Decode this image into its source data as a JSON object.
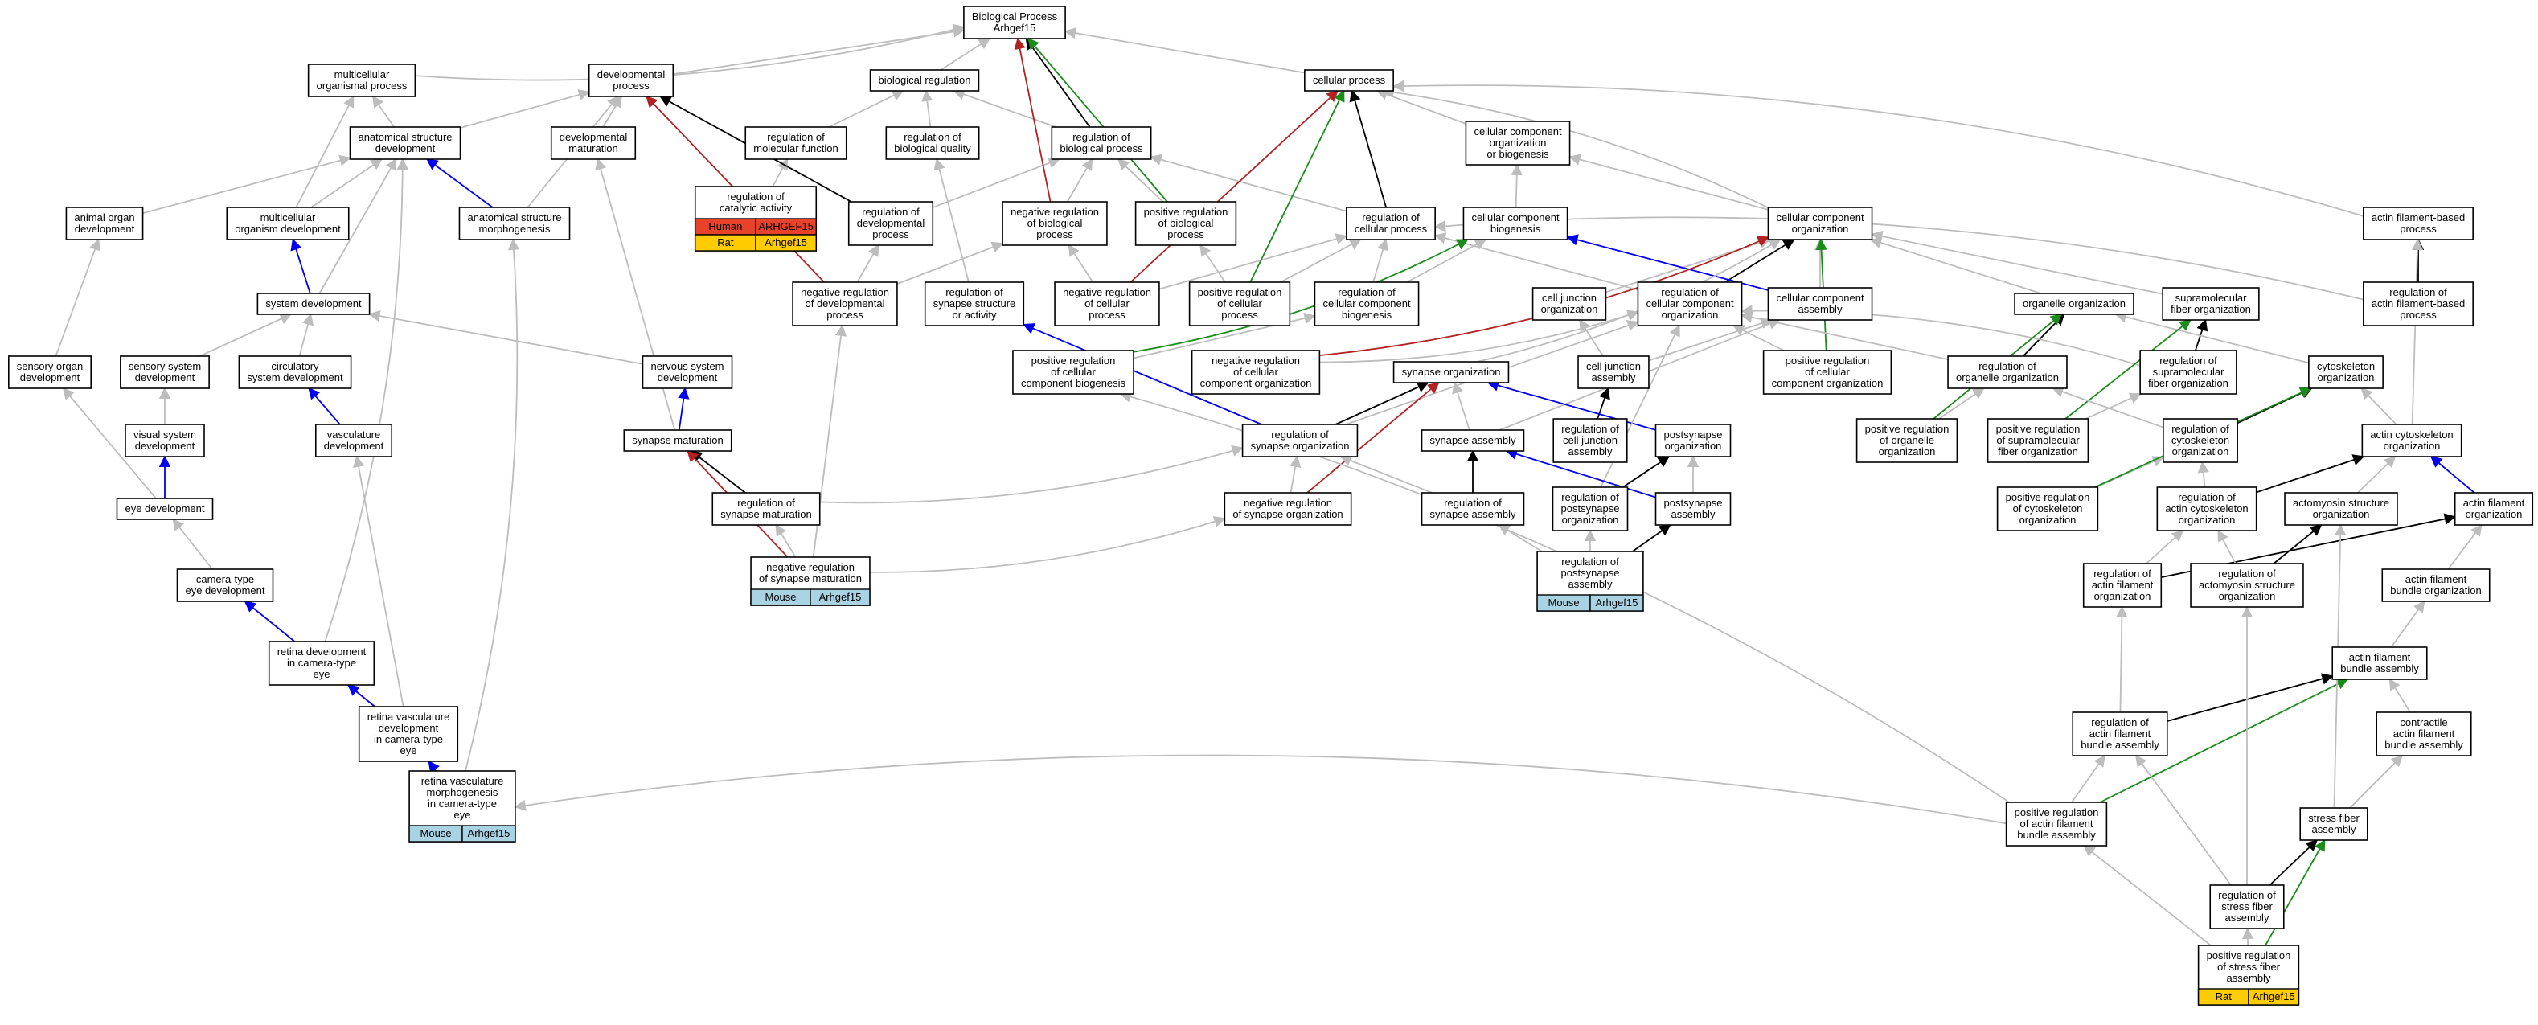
{
  "title": "Biological Process Arhgef15",
  "colors": {
    "grey": "#bdbdbd",
    "black": "#000000",
    "blue": "#0000ee",
    "red": "#b22222",
    "green": "#1a8c1a",
    "human_bg": "#e8432a",
    "rat_bg": "#ffcc00",
    "mouse_bg": "#a9d3e3"
  },
  "nodes": [
    {
      "id": "bp",
      "lines": [
        "Biological Process",
        "Arhgef15"
      ]
    },
    {
      "id": "mop",
      "lines": [
        "multicellular",
        "organismal process"
      ]
    },
    {
      "id": "dp",
      "lines": [
        "developmental",
        "process"
      ]
    },
    {
      "id": "breg",
      "lines": [
        "biological regulation"
      ]
    },
    {
      "id": "cp",
      "lines": [
        "cellular process"
      ]
    },
    {
      "id": "asd",
      "lines": [
        "anatomical structure",
        "development"
      ]
    },
    {
      "id": "dm",
      "lines": [
        "developmental",
        "maturation"
      ]
    },
    {
      "id": "rmf",
      "lines": [
        "regulation of",
        "molecular function"
      ]
    },
    {
      "id": "rbq",
      "lines": [
        "regulation of",
        "biological quality"
      ]
    },
    {
      "id": "rbp",
      "lines": [
        "regulation of",
        "biological process"
      ]
    },
    {
      "id": "ccob",
      "lines": [
        "cellular component",
        "organization",
        "or biogenesis"
      ]
    },
    {
      "id": "aod",
      "lines": [
        "animal organ",
        "development"
      ]
    },
    {
      "id": "mod",
      "lines": [
        "multicellular",
        "organism development"
      ]
    },
    {
      "id": "asm",
      "lines": [
        "anatomical structure",
        "morphogenesis"
      ]
    },
    {
      "id": "rca",
      "lines": [
        "regulation of",
        "catalytic activity"
      ],
      "badges": [
        {
          "species": "Human",
          "gene": "ARHGEF15",
          "color": "human"
        },
        {
          "species": "Rat",
          "gene": "Arhgef15",
          "color": "rat"
        }
      ]
    },
    {
      "id": "rdp",
      "lines": [
        "regulation of",
        "developmental",
        "process"
      ]
    },
    {
      "id": "nrbp",
      "lines": [
        "negative regulation",
        "of biological",
        "process"
      ]
    },
    {
      "id": "prbp",
      "lines": [
        "positive regulation",
        "of biological",
        "process"
      ]
    },
    {
      "id": "rcp",
      "lines": [
        "regulation of",
        "cellular process"
      ]
    },
    {
      "id": "ccb",
      "lines": [
        "cellular component",
        "biogenesis"
      ]
    },
    {
      "id": "cco",
      "lines": [
        "cellular component",
        "organization"
      ]
    },
    {
      "id": "afbp",
      "lines": [
        "actin filament-based",
        "process"
      ]
    },
    {
      "id": "sd",
      "lines": [
        "system development"
      ]
    },
    {
      "id": "nrdp",
      "lines": [
        "negative regulation",
        "of developmental",
        "process"
      ]
    },
    {
      "id": "rssa",
      "lines": [
        "regulation of",
        "synapse structure",
        "or activity"
      ]
    },
    {
      "id": "nrcp",
      "lines": [
        "negative regulation",
        "of cellular",
        "process"
      ]
    },
    {
      "id": "prcp",
      "lines": [
        "positive regulation",
        "of cellular",
        "process"
      ]
    },
    {
      "id": "rccb",
      "lines": [
        "regulation of",
        "cellular component",
        "biogenesis"
      ]
    },
    {
      "id": "cjo",
      "lines": [
        "cell junction",
        "organization"
      ]
    },
    {
      "id": "rcco",
      "lines": [
        "regulation of",
        "cellular component",
        "organization"
      ]
    },
    {
      "id": "cca",
      "lines": [
        "cellular component",
        "assembly"
      ]
    },
    {
      "id": "oo",
      "lines": [
        "organelle organization"
      ]
    },
    {
      "id": "sfo",
      "lines": [
        "supramolecular",
        "fiber organization"
      ]
    },
    {
      "id": "rafbp",
      "lines": [
        "regulation of",
        "actin filament-based",
        "process"
      ]
    },
    {
      "id": "sod",
      "lines": [
        "sensory organ",
        "development"
      ]
    },
    {
      "id": "ssd",
      "lines": [
        "sensory system",
        "development"
      ]
    },
    {
      "id": "csd",
      "lines": [
        "circulatory",
        "system development"
      ]
    },
    {
      "id": "nsd",
      "lines": [
        "nervous system",
        "development"
      ]
    },
    {
      "id": "prccb",
      "lines": [
        "positive regulation",
        "of cellular",
        "component biogenesis"
      ]
    },
    {
      "id": "nrcco",
      "lines": [
        "negative regulation",
        "of cellular",
        "component organization"
      ]
    },
    {
      "id": "so",
      "lines": [
        "synapse organization"
      ]
    },
    {
      "id": "cja",
      "lines": [
        "cell junction",
        "assembly"
      ]
    },
    {
      "id": "prcco",
      "lines": [
        "positive regulation",
        "of cellular",
        "component organization"
      ]
    },
    {
      "id": "roo",
      "lines": [
        "regulation of",
        "organelle organization"
      ]
    },
    {
      "id": "rsfo",
      "lines": [
        "regulation of",
        "supramolecular",
        "fiber organization"
      ]
    },
    {
      "id": "co",
      "lines": [
        "cytoskeleton",
        "organization"
      ]
    },
    {
      "id": "vsd",
      "lines": [
        "visual system",
        "development"
      ]
    },
    {
      "id": "vd",
      "lines": [
        "vasculature",
        "development"
      ]
    },
    {
      "id": "sm",
      "lines": [
        "synapse maturation"
      ]
    },
    {
      "id": "rso",
      "lines": [
        "regulation of",
        "synapse organization"
      ]
    },
    {
      "id": "sa",
      "lines": [
        "synapse assembly"
      ]
    },
    {
      "id": "rcja",
      "lines": [
        "regulation of",
        "cell junction",
        "assembly"
      ]
    },
    {
      "id": "po",
      "lines": [
        "postsynapse",
        "organization"
      ]
    },
    {
      "id": "proo",
      "lines": [
        "positive regulation",
        "of organelle",
        "organization"
      ]
    },
    {
      "id": "prsfo",
      "lines": [
        "positive regulation",
        "of supramolecular",
        "fiber organization"
      ]
    },
    {
      "id": "rco",
      "lines": [
        "regulation of",
        "cytoskeleton",
        "organization"
      ]
    },
    {
      "id": "aco",
      "lines": [
        "actin cytoskeleton",
        "organization"
      ]
    },
    {
      "id": "ed",
      "lines": [
        "eye development"
      ]
    },
    {
      "id": "rsm",
      "lines": [
        "regulation of",
        "synapse maturation"
      ]
    },
    {
      "id": "nrso",
      "lines": [
        "negative regulation",
        "of synapse organization"
      ]
    },
    {
      "id": "rsa",
      "lines": [
        "regulation of",
        "synapse assembly"
      ]
    },
    {
      "id": "rpo",
      "lines": [
        "regulation of",
        "postsynapse",
        "organization"
      ]
    },
    {
      "id": "pa",
      "lines": [
        "postsynapse",
        "assembly"
      ]
    },
    {
      "id": "prco",
      "lines": [
        "positive regulation",
        "of cytoskeleton",
        "organization"
      ]
    },
    {
      "id": "raco",
      "lines": [
        "regulation of",
        "actin cytoskeleton",
        "organization"
      ]
    },
    {
      "id": "asso",
      "lines": [
        "actomyosin structure",
        "organization"
      ]
    },
    {
      "id": "afo",
      "lines": [
        "actin filament",
        "organization"
      ]
    },
    {
      "id": "ced",
      "lines": [
        "camera-type",
        "eye development"
      ]
    },
    {
      "id": "nrsm",
      "lines": [
        "negative regulation",
        "of synapse maturation"
      ],
      "badges": [
        {
          "species": "Mouse",
          "gene": "Arhgef15",
          "color": "mouse"
        }
      ]
    },
    {
      "id": "rpa",
      "lines": [
        "regulation of",
        "postsynapse",
        "assembly"
      ],
      "badges": [
        {
          "species": "Mouse",
          "gene": "Arhgef15",
          "color": "mouse"
        }
      ]
    },
    {
      "id": "rafo",
      "lines": [
        "regulation of",
        "actin filament",
        "organization"
      ]
    },
    {
      "id": "raso",
      "lines": [
        "regulation of",
        "actomyosin structure",
        "organization"
      ]
    },
    {
      "id": "afbo",
      "lines": [
        "actin filament",
        "bundle organization"
      ]
    },
    {
      "id": "rdce",
      "lines": [
        "retina development",
        "in camera-type",
        "eye"
      ]
    },
    {
      "id": "afba",
      "lines": [
        "actin filament",
        "bundle assembly"
      ]
    },
    {
      "id": "rvdce",
      "lines": [
        "retina vasculature",
        "development",
        "in camera-type",
        "eye"
      ]
    },
    {
      "id": "rafba",
      "lines": [
        "regulation of",
        "actin filament",
        "bundle assembly"
      ]
    },
    {
      "id": "cafba",
      "lines": [
        "contractile",
        "actin filament",
        "bundle assembly"
      ]
    },
    {
      "id": "rvmce",
      "lines": [
        "retina vasculature",
        "morphogenesis",
        "in camera-type",
        "eye"
      ],
      "badges": [
        {
          "species": "Mouse",
          "gene": "Arhgef15",
          "color": "mouse"
        }
      ]
    },
    {
      "id": "prafba",
      "lines": [
        "positive regulation",
        "of actin filament",
        "bundle assembly"
      ]
    },
    {
      "id": "sfa",
      "lines": [
        "stress fiber",
        "assembly"
      ]
    },
    {
      "id": "rsfa",
      "lines": [
        "regulation of",
        "stress fiber",
        "assembly"
      ]
    },
    {
      "id": "prsfa",
      "lines": [
        "positive regulation",
        "of stress fiber",
        "assembly"
      ],
      "badges": [
        {
          "species": "Rat",
          "gene": "Arhgef15",
          "color": "rat"
        }
      ]
    }
  ],
  "edges": [
    [
      "mop",
      "bp",
      "grey"
    ],
    [
      "dp",
      "bp",
      "grey"
    ],
    [
      "breg",
      "bp",
      "grey"
    ],
    [
      "cp",
      "bp",
      "grey"
    ],
    [
      "asd",
      "mop",
      "grey"
    ],
    [
      "asd",
      "dp",
      "grey"
    ],
    [
      "dm",
      "dp",
      "grey"
    ],
    [
      "rmf",
      "breg",
      "grey"
    ],
    [
      "rbq",
      "breg",
      "grey"
    ],
    [
      "rbp",
      "breg",
      "grey"
    ],
    [
      "rbp",
      "bp",
      "black"
    ],
    [
      "ccob",
      "cp",
      "grey"
    ],
    [
      "aod",
      "asd",
      "grey"
    ],
    [
      "mod",
      "mop",
      "grey"
    ],
    [
      "mod",
      "asd",
      "grey"
    ],
    [
      "asm",
      "asd",
      "blue"
    ],
    [
      "asm",
      "dp",
      "grey"
    ],
    [
      "rca",
      "rmf",
      "grey"
    ],
    [
      "rdp",
      "dp",
      "black"
    ],
    [
      "rdp",
      "rbp",
      "grey"
    ],
    [
      "nrbp",
      "rbp",
      "grey"
    ],
    [
      "nrbp",
      "bp",
      "red"
    ],
    [
      "prbp",
      "rbp",
      "grey"
    ],
    [
      "prbp",
      "bp",
      "green"
    ],
    [
      "rcp",
      "rbp",
      "grey"
    ],
    [
      "rcp",
      "cp",
      "black"
    ],
    [
      "ccb",
      "ccob",
      "grey"
    ],
    [
      "cco",
      "ccob",
      "grey"
    ],
    [
      "cco",
      "cp",
      "grey"
    ],
    [
      "afbp",
      "cp",
      "grey"
    ],
    [
      "sd",
      "mod",
      "blue"
    ],
    [
      "sd",
      "asd",
      "grey"
    ],
    [
      "nrdp",
      "rdp",
      "grey"
    ],
    [
      "nrdp",
      "nrbp",
      "grey"
    ],
    [
      "nrdp",
      "dp",
      "red"
    ],
    [
      "rssa",
      "rbq",
      "grey"
    ],
    [
      "nrcp",
      "rcp",
      "grey"
    ],
    [
      "nrcp",
      "nrbp",
      "grey"
    ],
    [
      "nrcp",
      "cp",
      "red"
    ],
    [
      "prcp",
      "rcp",
      "grey"
    ],
    [
      "prcp",
      "prbp",
      "grey"
    ],
    [
      "prcp",
      "cp",
      "green"
    ],
    [
      "rccb",
      "rcp",
      "grey"
    ],
    [
      "rccb",
      "ccb",
      "grey"
    ],
    [
      "cjo",
      "cco",
      "grey"
    ],
    [
      "rcco",
      "rcp",
      "grey"
    ],
    [
      "rcco",
      "cco",
      "black"
    ],
    [
      "cca",
      "ccb",
      "blue"
    ],
    [
      "cca",
      "cco",
      "grey"
    ],
    [
      "oo",
      "cco",
      "grey"
    ],
    [
      "sfo",
      "cco",
      "grey"
    ],
    [
      "rafbp",
      "rcp",
      "grey"
    ],
    [
      "rafbp",
      "afbp",
      "black"
    ],
    [
      "sod",
      "aod",
      "grey"
    ],
    [
      "ssd",
      "sd",
      "grey"
    ],
    [
      "csd",
      "sd",
      "grey"
    ],
    [
      "nsd",
      "sd",
      "grey"
    ],
    [
      "prccb",
      "rccb",
      "grey"
    ],
    [
      "prccb",
      "ccb",
      "green"
    ],
    [
      "nrcco",
      "rcco",
      "grey"
    ],
    [
      "nrcco",
      "cco",
      "red"
    ],
    [
      "so",
      "cco",
      "grey"
    ],
    [
      "cja",
      "cjo",
      "grey"
    ],
    [
      "cja",
      "cca",
      "grey"
    ],
    [
      "prcco",
      "rcco",
      "grey"
    ],
    [
      "prcco",
      "cco",
      "green"
    ],
    [
      "roo",
      "rcco",
      "grey"
    ],
    [
      "roo",
      "oo",
      "black"
    ],
    [
      "rsfo",
      "rcco",
      "grey"
    ],
    [
      "rsfo",
      "sfo",
      "black"
    ],
    [
      "co",
      "oo",
      "grey"
    ],
    [
      "vsd",
      "ssd",
      "grey"
    ],
    [
      "vd",
      "csd",
      "blue"
    ],
    [
      "sm",
      "dm",
      "grey"
    ],
    [
      "sm",
      "nsd",
      "blue"
    ],
    [
      "rso",
      "rcco",
      "grey"
    ],
    [
      "rso",
      "so",
      "black"
    ],
    [
      "rso",
      "rssa",
      "blue"
    ],
    [
      "sa",
      "so",
      "grey"
    ],
    [
      "sa",
      "cca",
      "grey"
    ],
    [
      "rcja",
      "cja",
      "black"
    ],
    [
      "po",
      "so",
      "blue"
    ],
    [
      "proo",
      "roo",
      "grey"
    ],
    [
      "proo",
      "oo",
      "green"
    ],
    [
      "prsfo",
      "rsfo",
      "grey"
    ],
    [
      "prsfo",
      "sfo",
      "green"
    ],
    [
      "rco",
      "roo",
      "grey"
    ],
    [
      "rco",
      "co",
      "black"
    ],
    [
      "aco",
      "co",
      "grey"
    ],
    [
      "aco",
      "afbp",
      "grey"
    ],
    [
      "ed",
      "vsd",
      "blue"
    ],
    [
      "ed",
      "sod",
      "grey"
    ],
    [
      "rsm",
      "sm",
      "black"
    ],
    [
      "rsm",
      "rso",
      "grey"
    ],
    [
      "nrso",
      "rso",
      "grey"
    ],
    [
      "nrso",
      "so",
      "red"
    ],
    [
      "rsa",
      "sa",
      "black"
    ],
    [
      "rsa",
      "rso",
      "grey"
    ],
    [
      "rpo",
      "po",
      "black"
    ],
    [
      "rpo",
      "rcco",
      "grey"
    ],
    [
      "pa",
      "sa",
      "blue"
    ],
    [
      "pa",
      "po",
      "grey"
    ],
    [
      "prco",
      "rco",
      "grey"
    ],
    [
      "prco",
      "co",
      "green"
    ],
    [
      "raco",
      "rco",
      "grey"
    ],
    [
      "raco",
      "aco",
      "black"
    ],
    [
      "asso",
      "aco",
      "grey"
    ],
    [
      "afo",
      "aco",
      "blue"
    ],
    [
      "ced",
      "ed",
      "grey"
    ],
    [
      "nrsm",
      "rsm",
      "grey"
    ],
    [
      "nrsm",
      "sm",
      "red"
    ],
    [
      "nrsm",
      "nrdp",
      "grey"
    ],
    [
      "nrsm",
      "nrso",
      "grey"
    ],
    [
      "rpa",
      "rpo",
      "grey"
    ],
    [
      "rpa",
      "rsa",
      "grey"
    ],
    [
      "rpa",
      "pa",
      "black"
    ],
    [
      "rafo",
      "raco",
      "grey"
    ],
    [
      "rafo",
      "afo",
      "black"
    ],
    [
      "raso",
      "raco",
      "grey"
    ],
    [
      "raso",
      "asso",
      "black"
    ],
    [
      "afbo",
      "afo",
      "grey"
    ],
    [
      "rdce",
      "ced",
      "blue"
    ],
    [
      "rdce",
      "asd",
      "grey"
    ],
    [
      "afba",
      "afbo",
      "grey"
    ],
    [
      "rvdce",
      "rdce",
      "blue"
    ],
    [
      "rvdce",
      "vd",
      "grey"
    ],
    [
      "rafba",
      "rafo",
      "grey"
    ],
    [
      "rafba",
      "afba",
      "black"
    ],
    [
      "cafba",
      "afba",
      "grey"
    ],
    [
      "rvmce",
      "rvdce",
      "blue"
    ],
    [
      "rvmce",
      "asm",
      "grey"
    ],
    [
      "prafba",
      "rafba",
      "grey"
    ],
    [
      "prafba",
      "afba",
      "green"
    ],
    [
      "prafba",
      "prccb",
      "grey"
    ],
    [
      "prafba",
      "rvmce",
      "grey"
    ],
    [
      "sfa",
      "asso",
      "grey"
    ],
    [
      "sfa",
      "cafba",
      "grey"
    ],
    [
      "rsfa",
      "sfa",
      "black"
    ],
    [
      "rsfa",
      "rafba",
      "grey"
    ],
    [
      "rsfa",
      "raso",
      "grey"
    ],
    [
      "prsfa",
      "rsfa",
      "grey"
    ],
    [
      "prsfa",
      "sfa",
      "green"
    ],
    [
      "prsfa",
      "prafba",
      "grey"
    ]
  ]
}
